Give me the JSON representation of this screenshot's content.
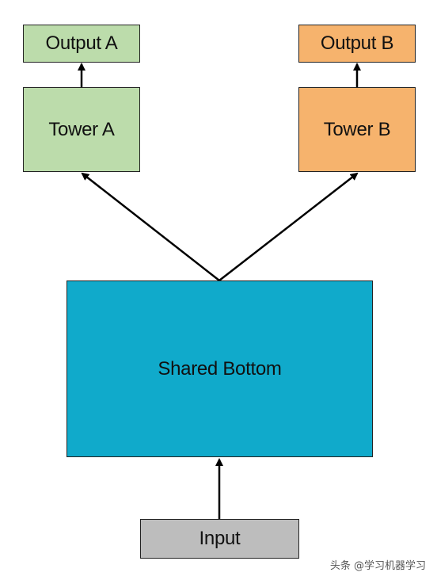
{
  "diagram": {
    "output_a": "Output A",
    "tower_a": "Tower A",
    "output_b": "Output B",
    "tower_b": "Tower B",
    "shared_bottom": "Shared Bottom",
    "input": "Input"
  },
  "colors": {
    "task_a": "#bcdcab",
    "task_b": "#f6b36d",
    "shared": "#10aacb",
    "input": "#bdbdbd",
    "edge": "#000000"
  },
  "watermark": "头条 @学习机器学习"
}
